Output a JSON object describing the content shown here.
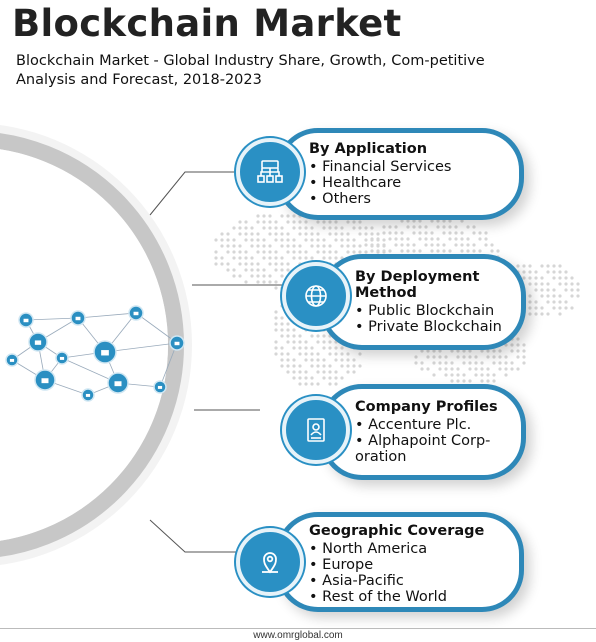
{
  "header": {
    "title": "Blockchain Market",
    "subtitle": "Blockchain Market - Global Industry Share, Growth, Com-petitive Analysis and Forecast, 2018-2023"
  },
  "colors": {
    "accent": "#2e88b8",
    "bubble": "#2a90c4",
    "ring": "#c7c7c7",
    "dot": "#bcbcbc"
  },
  "segments": [
    {
      "title": "By Application",
      "icon": "store-network-icon",
      "items": [
        "Financial Services",
        "Healthcare",
        "Others"
      ]
    },
    {
      "title": "By Deployment Method",
      "icon": "globe-network-icon",
      "items": [
        "Public Blockchain",
        "Private Blockchain"
      ]
    },
    {
      "title": "Company Profiles",
      "icon": "id-card-icon",
      "items": [
        "Accenture Plc.",
        "Alphapoint Corp-oration"
      ]
    },
    {
      "title": "Geographic Coverage",
      "icon": "location-pin-icon",
      "items": [
        "North America",
        "Europe",
        "Asia-Pacific",
        "Rest of the World"
      ]
    }
  ],
  "footer": {
    "url": "www.omrglobal.com"
  }
}
